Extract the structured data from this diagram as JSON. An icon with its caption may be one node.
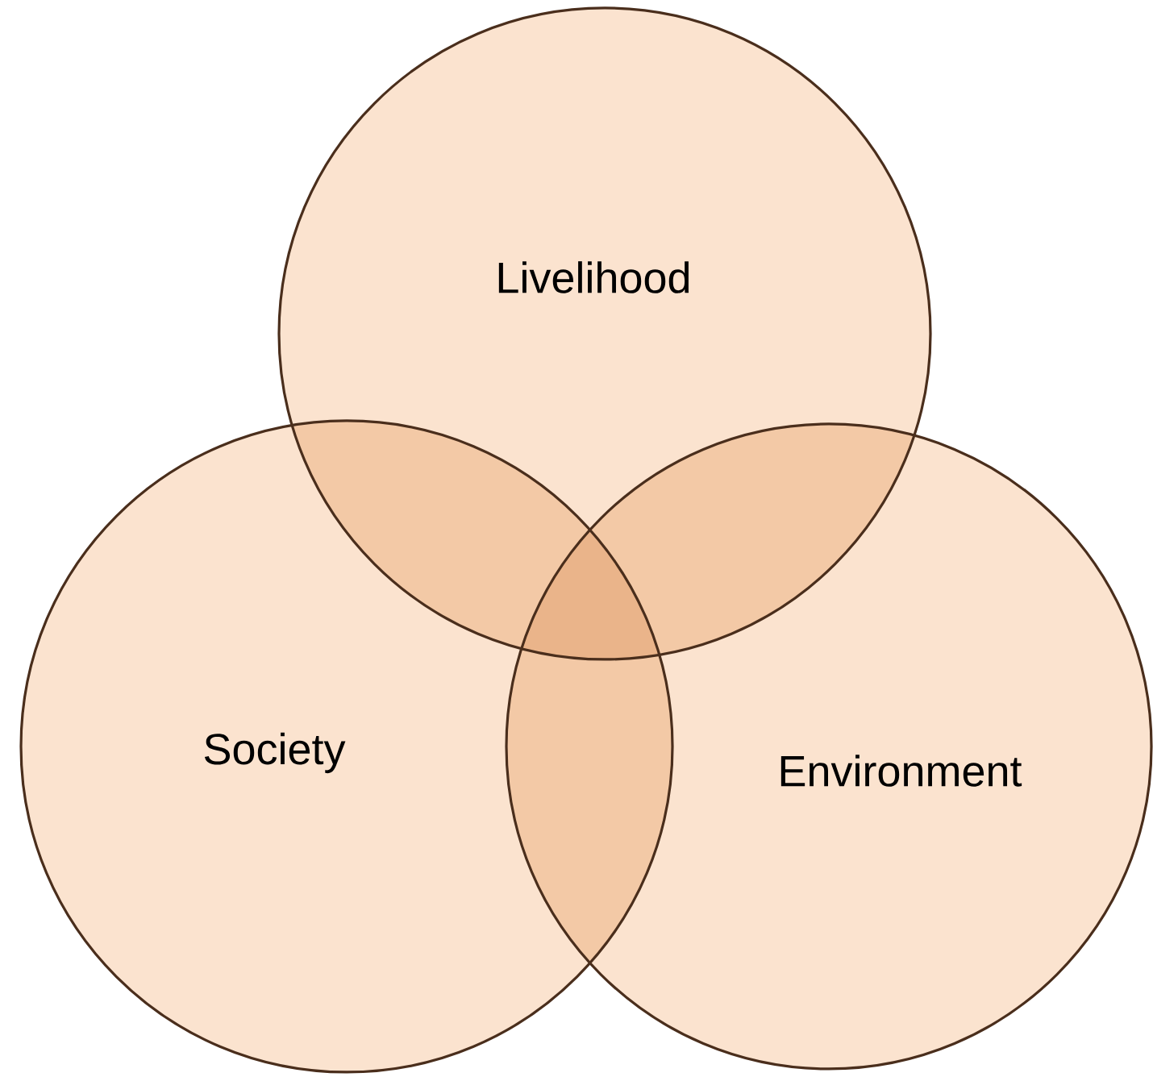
{
  "diagram": {
    "nodes": [
      {
        "text": [
          "Livelihood"
        ]
      },
      {
        "text": [
          "Society"
        ]
      },
      {
        "text": [
          "Environment"
        ]
      }
    ]
  }
}
